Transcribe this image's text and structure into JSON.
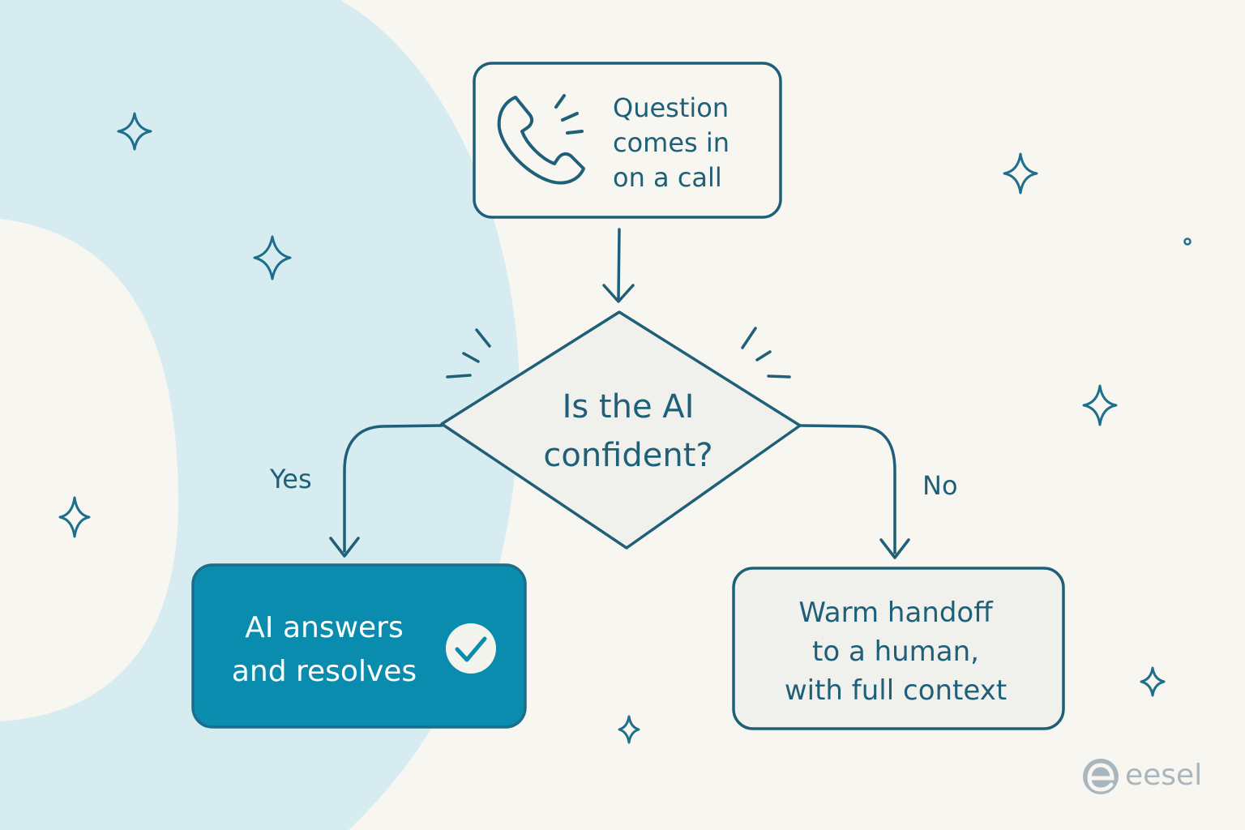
{
  "colors": {
    "background": "#f8f6f1",
    "blob": "#d6ecf0",
    "ink": "#1f5f78",
    "accent": "#0a8cae",
    "accent_border": "#1a6e8c",
    "node_fill": "#f0f0ec",
    "logo": "#aab6bd"
  },
  "nodes": {
    "start": {
      "icon": "phone-icon",
      "lines": [
        "Question",
        "comes in",
        "on a call"
      ]
    },
    "decision": {
      "lines": [
        "Is the AI",
        "confident?"
      ]
    },
    "yes_outcome": {
      "icon": "checkmark-icon",
      "lines": [
        "AI answers",
        "and resolves"
      ]
    },
    "no_outcome": {
      "lines": [
        "Warm handoff",
        "to a human,",
        "with full context"
      ]
    }
  },
  "edges": {
    "yes_label": "Yes",
    "no_label": "No"
  },
  "decorations": {
    "icon": "sparkle-icon"
  },
  "brand": {
    "icon": "eesel-logo-icon",
    "name": "eesel"
  }
}
